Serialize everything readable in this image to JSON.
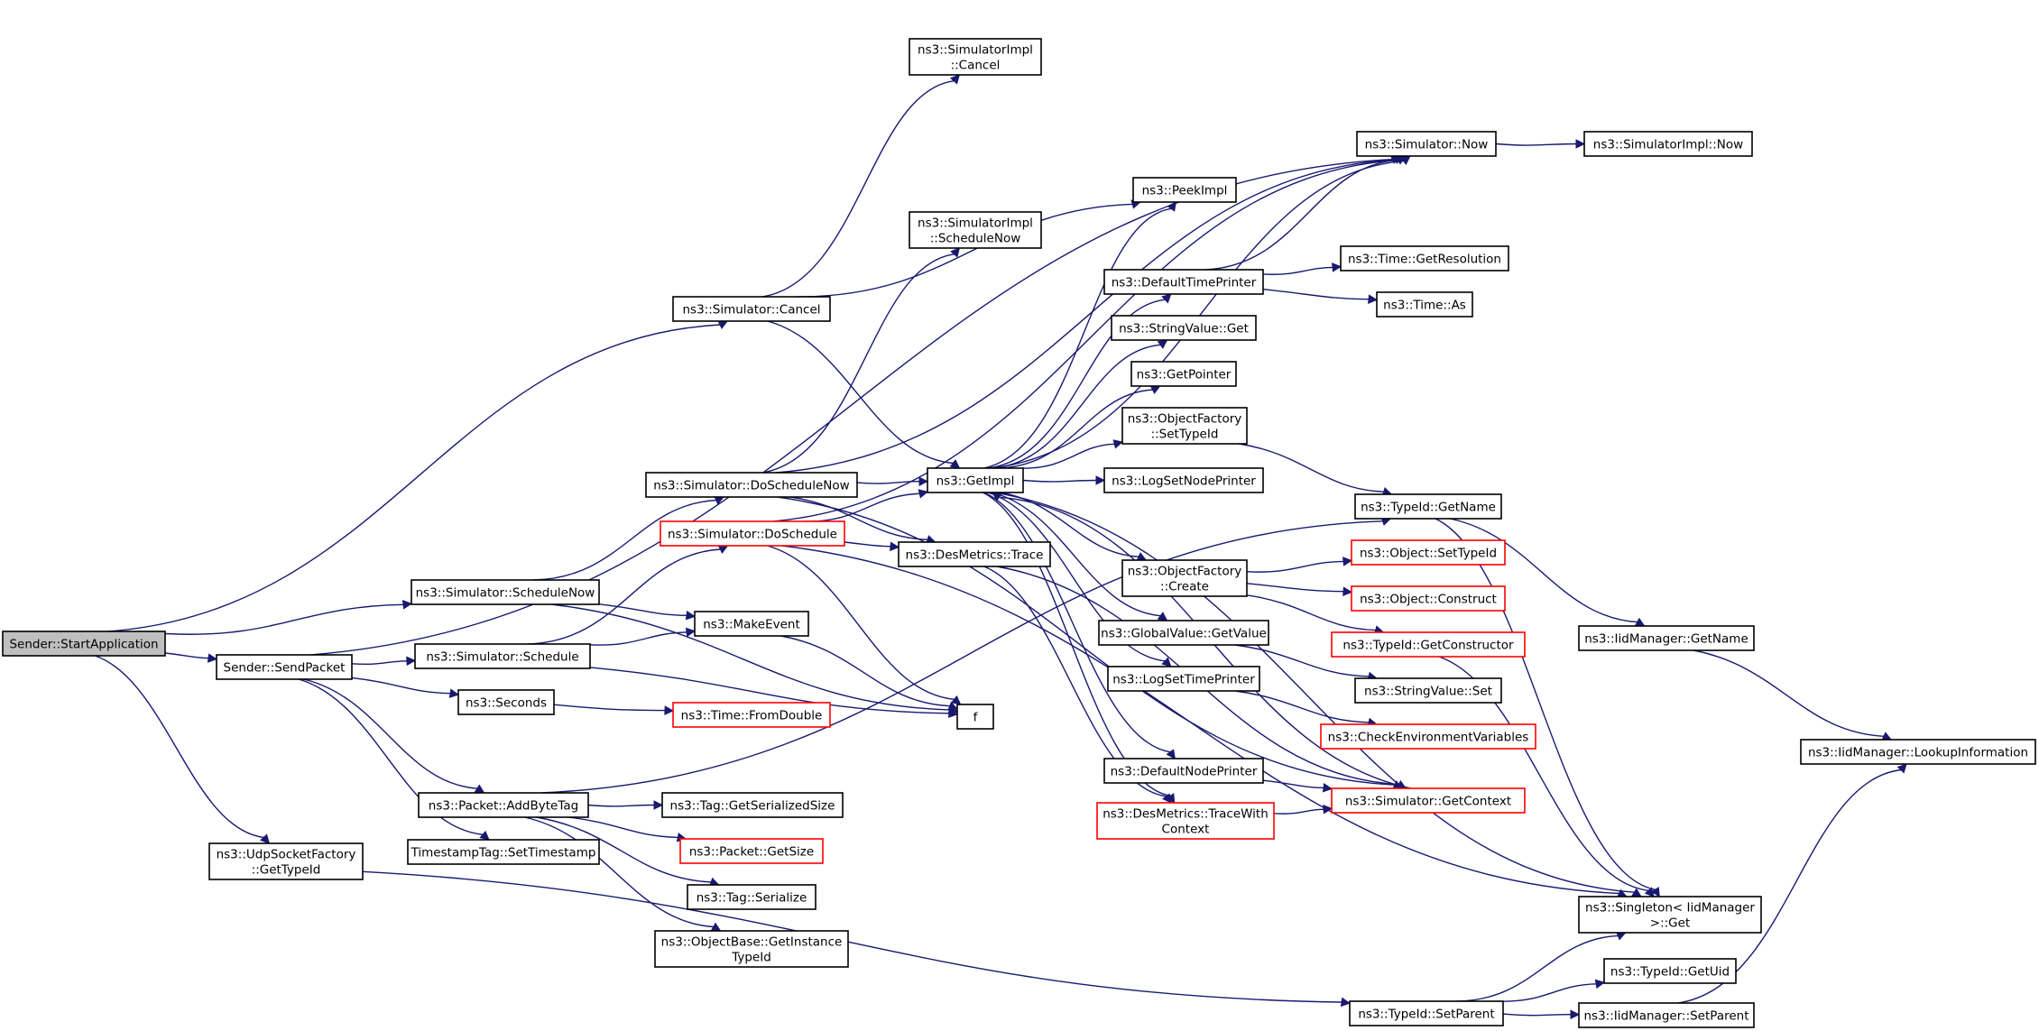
{
  "diagram": {
    "nodes": [
      {
        "id": "startapp",
        "lines": [
          "Sender::StartApplication"
        ],
        "style": "root"
      },
      {
        "id": "sendpacket",
        "lines": [
          "Sender::SendPacket"
        ]
      },
      {
        "id": "udpsf",
        "lines": [
          "ns3::UdpSocketFactory",
          "::GetTypeId"
        ]
      },
      {
        "id": "simcancel",
        "lines": [
          "ns3::Simulator::Cancel"
        ]
      },
      {
        "id": "schednow",
        "lines": [
          "ns3::Simulator::ScheduleNow"
        ]
      },
      {
        "id": "sched",
        "lines": [
          "ns3::Simulator::Schedule"
        ]
      },
      {
        "id": "seconds",
        "lines": [
          "ns3::Seconds"
        ]
      },
      {
        "id": "addbytetag",
        "lines": [
          "ns3::Packet::AddByteTag"
        ]
      },
      {
        "id": "tssettime",
        "lines": [
          "TimestampTag::SetTimestamp"
        ]
      },
      {
        "id": "implcancel",
        "lines": [
          "ns3::SimulatorImpl",
          "::Cancel"
        ]
      },
      {
        "id": "implschednow",
        "lines": [
          "ns3::SimulatorImpl",
          "::ScheduleNow"
        ]
      },
      {
        "id": "doschednow",
        "lines": [
          "ns3::Simulator::DoScheduleNow"
        ]
      },
      {
        "id": "dosched",
        "lines": [
          "ns3::Simulator::DoSchedule"
        ],
        "style": "red"
      },
      {
        "id": "makeevent",
        "lines": [
          "ns3::MakeEvent"
        ]
      },
      {
        "id": "f",
        "lines": [
          "f"
        ]
      },
      {
        "id": "fromdouble",
        "lines": [
          "ns3::Time::FromDouble"
        ],
        "style": "red"
      },
      {
        "id": "getsersize",
        "lines": [
          "ns3::Tag::GetSerializedSize"
        ]
      },
      {
        "id": "pktgetsize",
        "lines": [
          "ns3::Packet::GetSize"
        ],
        "style": "red"
      },
      {
        "id": "tagser",
        "lines": [
          "ns3::Tag::Serialize"
        ]
      },
      {
        "id": "objbase",
        "lines": [
          "ns3::ObjectBase::GetInstance",
          "TypeId"
        ]
      },
      {
        "id": "getimpl",
        "lines": [
          "ns3::GetImpl"
        ]
      },
      {
        "id": "destrace",
        "lines": [
          "ns3::DesMetrics::Trace"
        ]
      },
      {
        "id": "peekimpl",
        "lines": [
          "ns3::PeekImpl"
        ]
      },
      {
        "id": "deftimeprinter",
        "lines": [
          "ns3::DefaultTimePrinter"
        ]
      },
      {
        "id": "strvalget",
        "lines": [
          "ns3::StringValue::Get"
        ]
      },
      {
        "id": "getpointer",
        "lines": [
          "ns3::GetPointer"
        ]
      },
      {
        "id": "ofsettypeid",
        "lines": [
          "ns3::ObjectFactory",
          "::SetTypeId"
        ]
      },
      {
        "id": "logsetnode",
        "lines": [
          "ns3::LogSetNodePrinter"
        ]
      },
      {
        "id": "ofcreate",
        "lines": [
          "ns3::ObjectFactory",
          "::Create"
        ]
      },
      {
        "id": "gvgetvalue",
        "lines": [
          "ns3::GlobalValue::GetValue"
        ]
      },
      {
        "id": "logsettime",
        "lines": [
          "ns3::LogSetTimePrinter"
        ]
      },
      {
        "id": "defnodeprinter",
        "lines": [
          "ns3::DefaultNodePrinter"
        ]
      },
      {
        "id": "destracectx",
        "lines": [
          "ns3::DesMetrics::TraceWith",
          "Context"
        ],
        "style": "red"
      },
      {
        "id": "simnow",
        "lines": [
          "ns3::Simulator::Now"
        ]
      },
      {
        "id": "implnow",
        "lines": [
          "ns3::SimulatorImpl::Now"
        ]
      },
      {
        "id": "timeres",
        "lines": [
          "ns3::Time::GetResolution"
        ]
      },
      {
        "id": "timeas",
        "lines": [
          "ns3::Time::As"
        ]
      },
      {
        "id": "tidgetname",
        "lines": [
          "ns3::TypeId::GetName"
        ]
      },
      {
        "id": "objsettid",
        "lines": [
          "ns3::Object::SetTypeId"
        ],
        "style": "red"
      },
      {
        "id": "objconstruct",
        "lines": [
          "ns3::Object::Construct"
        ],
        "style": "red"
      },
      {
        "id": "tidgetctor",
        "lines": [
          "ns3::TypeId::GetConstructor"
        ],
        "style": "red"
      },
      {
        "id": "strvalset",
        "lines": [
          "ns3::StringValue::Set"
        ]
      },
      {
        "id": "checkenv",
        "lines": [
          "ns3::CheckEnvironmentVariables"
        ],
        "style": "red"
      },
      {
        "id": "simgetctx",
        "lines": [
          "ns3::Simulator::GetContext"
        ],
        "style": "red"
      },
      {
        "id": "iidgetname",
        "lines": [
          "ns3::IidManager::GetName"
        ]
      },
      {
        "id": "singleton",
        "lines": [
          "ns3::Singleton< IidManager",
          ">::Get"
        ]
      },
      {
        "id": "tidgetuid",
        "lines": [
          "ns3::TypeId::GetUid"
        ]
      },
      {
        "id": "tidsetparent",
        "lines": [
          "ns3::TypeId::SetParent"
        ]
      },
      {
        "id": "iidsetparent",
        "lines": [
          "ns3::IidManager::SetParent"
        ]
      },
      {
        "id": "iidlookup",
        "lines": [
          "ns3::IidManager::LookupInformation"
        ]
      }
    ],
    "edges": [
      [
        "startapp",
        "sendpacket"
      ],
      [
        "startapp",
        "udpsf"
      ],
      [
        "startapp",
        "simcancel"
      ],
      [
        "startapp",
        "schednow"
      ],
      [
        "sendpacket",
        "simnow"
      ],
      [
        "sendpacket",
        "sched"
      ],
      [
        "sendpacket",
        "seconds"
      ],
      [
        "sendpacket",
        "addbytetag"
      ],
      [
        "sendpacket",
        "tssettime"
      ],
      [
        "udpsf",
        "tidsetparent"
      ],
      [
        "simcancel",
        "implcancel"
      ],
      [
        "simcancel",
        "peekimpl"
      ],
      [
        "simcancel",
        "getimpl"
      ],
      [
        "schednow",
        "doschednow"
      ],
      [
        "schednow",
        "makeevent"
      ],
      [
        "schednow",
        "f"
      ],
      [
        "sched",
        "dosched"
      ],
      [
        "sched",
        "makeevent"
      ],
      [
        "sched",
        "f"
      ],
      [
        "seconds",
        "fromdouble"
      ],
      [
        "addbytetag",
        "tidgetname"
      ],
      [
        "addbytetag",
        "getsersize"
      ],
      [
        "addbytetag",
        "pktgetsize"
      ],
      [
        "addbytetag",
        "tagser"
      ],
      [
        "addbytetag",
        "objbase"
      ],
      [
        "doschednow",
        "getimpl"
      ],
      [
        "doschednow",
        "destrace"
      ],
      [
        "doschednow",
        "implschednow"
      ],
      [
        "doschednow",
        "simnow"
      ],
      [
        "doschednow",
        "simgetctx"
      ],
      [
        "dosched",
        "getimpl"
      ],
      [
        "dosched",
        "destrace"
      ],
      [
        "dosched",
        "simnow"
      ],
      [
        "dosched",
        "f"
      ],
      [
        "dosched",
        "singleton"
      ],
      [
        "makeevent",
        "f"
      ],
      [
        "getimpl",
        "peekimpl"
      ],
      [
        "getimpl",
        "simnow"
      ],
      [
        "getimpl",
        "deftimeprinter"
      ],
      [
        "getimpl",
        "strvalget"
      ],
      [
        "getimpl",
        "getpointer"
      ],
      [
        "getimpl",
        "ofsettypeid"
      ],
      [
        "getimpl",
        "logsetnode"
      ],
      [
        "getimpl",
        "ofcreate"
      ],
      [
        "getimpl",
        "gvgetvalue"
      ],
      [
        "getimpl",
        "logsettime"
      ],
      [
        "getimpl",
        "defnodeprinter"
      ],
      [
        "getimpl",
        "destracectx"
      ],
      [
        "getimpl",
        "singleton"
      ],
      [
        "destrace",
        "simgetctx"
      ],
      [
        "destrace",
        "destracectx"
      ],
      [
        "simgetctx",
        "getimpl"
      ],
      [
        "deftimeprinter",
        "simnow"
      ],
      [
        "deftimeprinter",
        "timeres"
      ],
      [
        "deftimeprinter",
        "timeas"
      ],
      [
        "simnow",
        "implnow"
      ],
      [
        "ofsettypeid",
        "tidgetname"
      ],
      [
        "ofcreate",
        "objsettid"
      ],
      [
        "ofcreate",
        "objconstruct"
      ],
      [
        "ofcreate",
        "tidgetctor"
      ],
      [
        "gvgetvalue",
        "strvalset"
      ],
      [
        "logsettime",
        "checkenv"
      ],
      [
        "defnodeprinter",
        "simgetctx"
      ],
      [
        "destracectx",
        "simgetctx"
      ],
      [
        "tidgetname",
        "iidgetname"
      ],
      [
        "tidgetname",
        "singleton"
      ],
      [
        "tidgetctor",
        "singleton"
      ],
      [
        "iidgetname",
        "iidlookup"
      ],
      [
        "tidsetparent",
        "singleton"
      ],
      [
        "tidsetparent",
        "tidgetuid"
      ],
      [
        "tidsetparent",
        "iidsetparent"
      ],
      [
        "iidsetparent",
        "iidlookup"
      ]
    ]
  }
}
